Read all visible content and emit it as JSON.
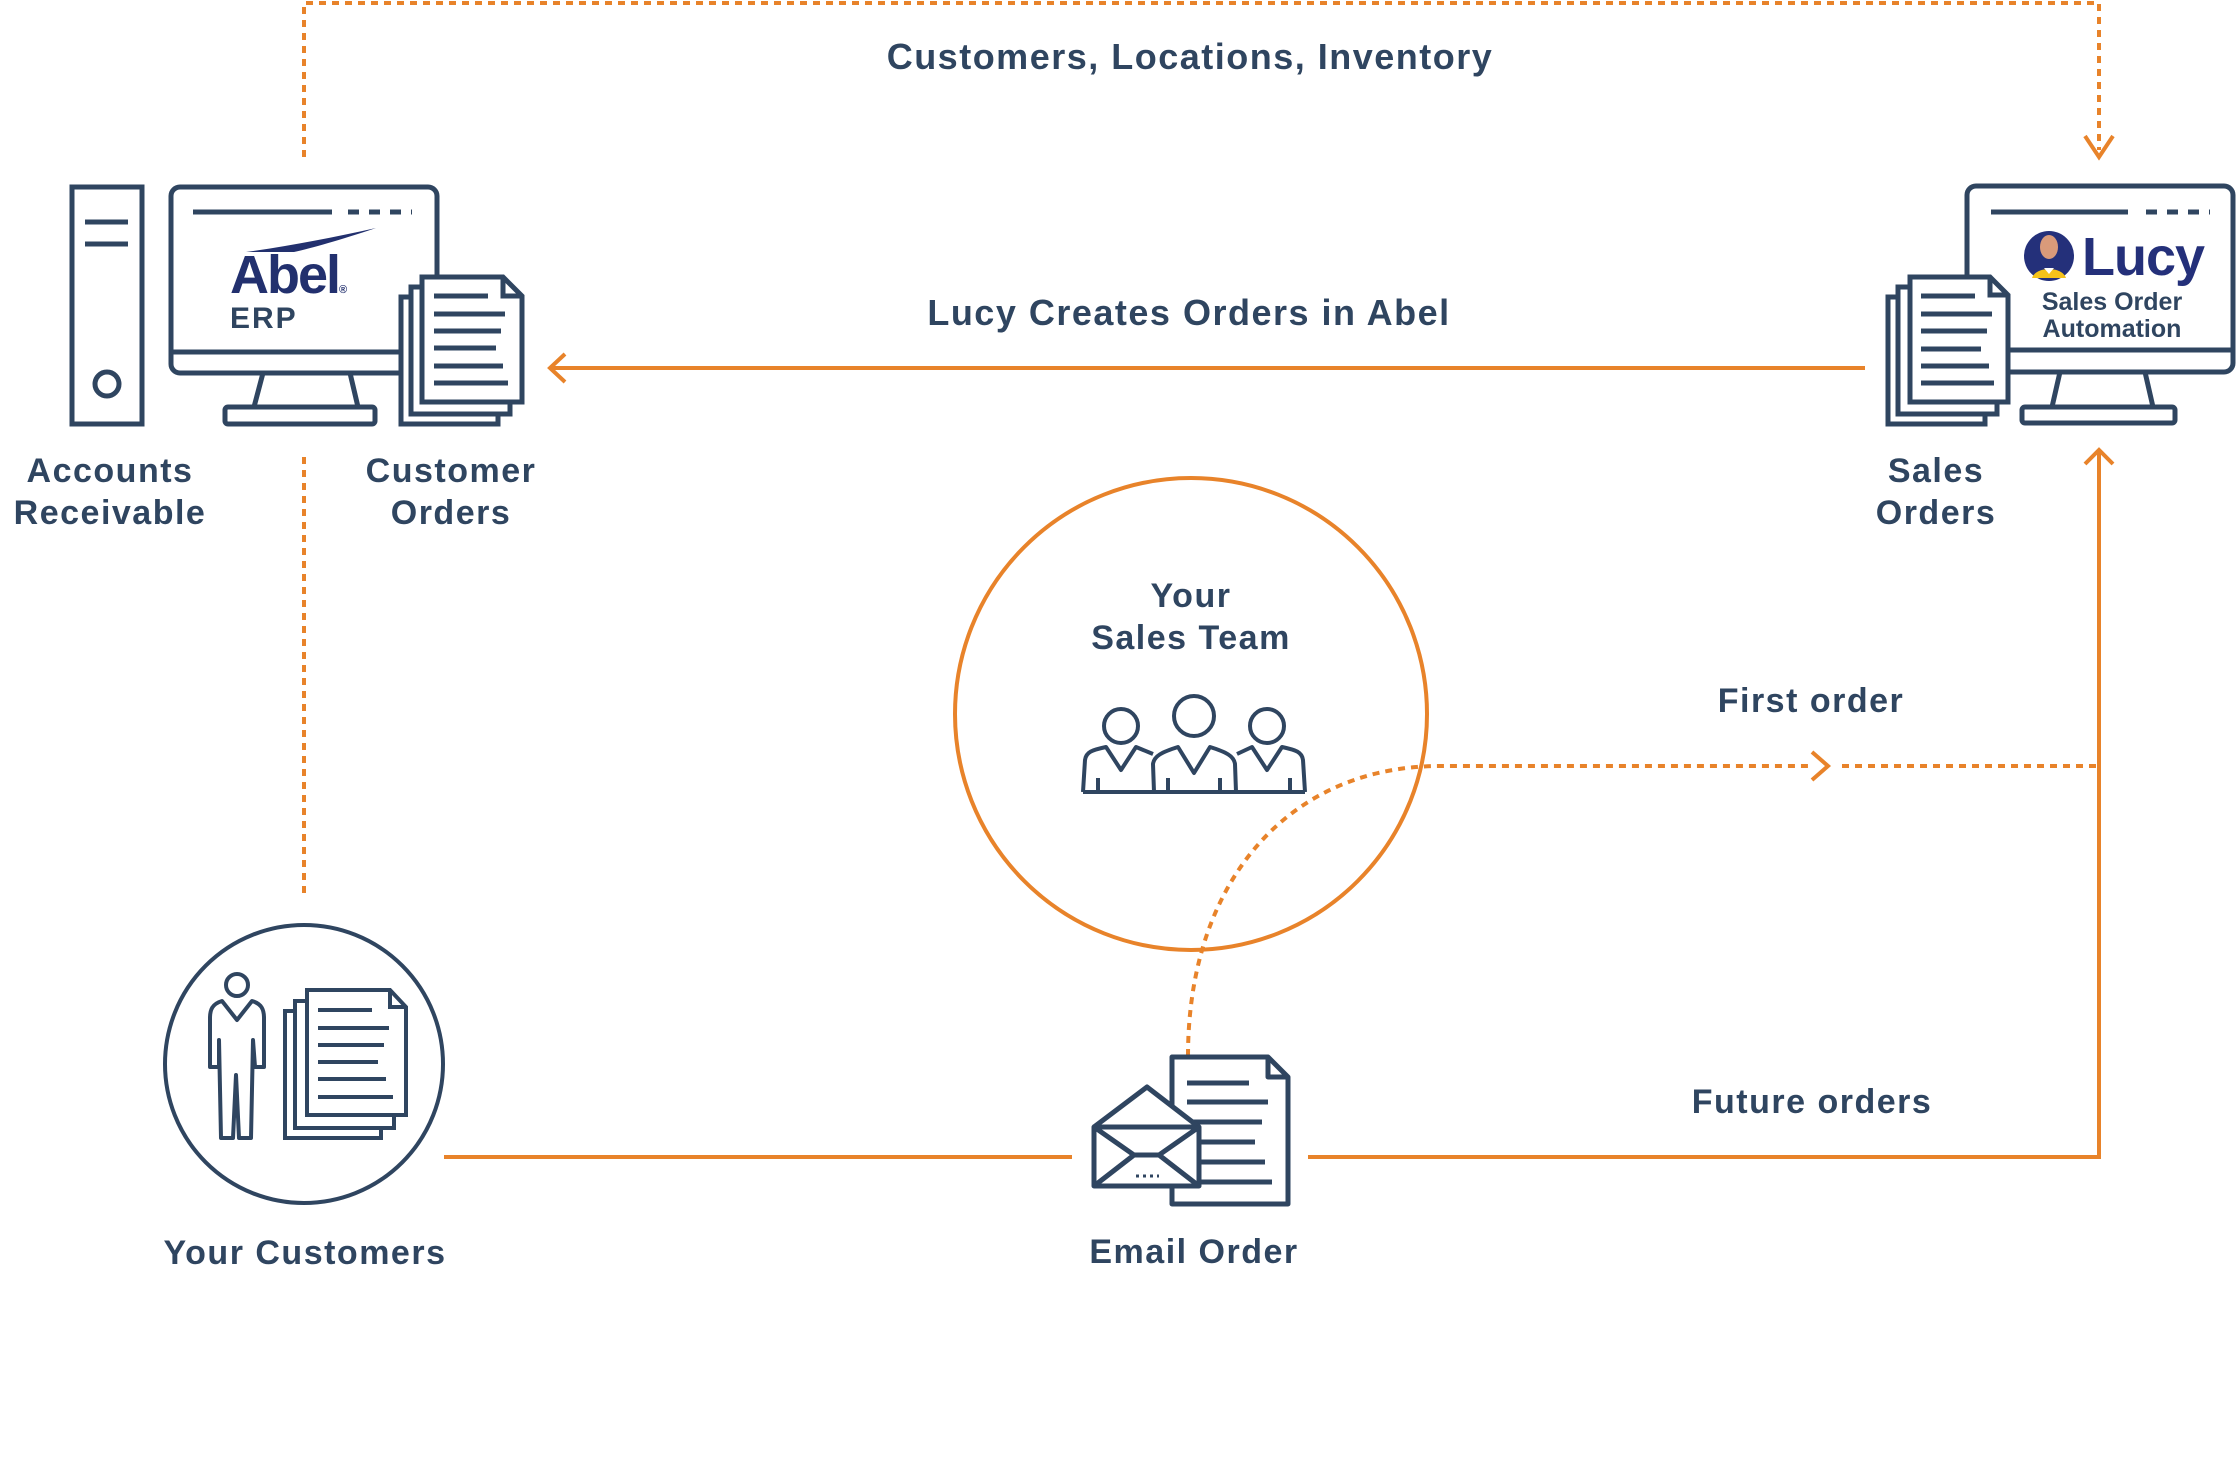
{
  "colors": {
    "navy": "#2f4560",
    "orange": "#e8832a",
    "abel_blue": "#22306e",
    "lucy_blue": "#24307a",
    "lucy_yellow": "#f5c21b",
    "lucy_skin": "#d99a7a"
  },
  "flows": {
    "top_sync_label": "Customers, Locations, Inventory",
    "create_orders_label": "Lucy Creates Orders in Abel",
    "first_order_label": "First order",
    "future_orders_label": "Future orders"
  },
  "abel": {
    "logo_text": "Abel",
    "registered_mark": "®",
    "subtitle": "ERP",
    "tower_label_line1": "Accounts",
    "tower_label_line2": "Receivable",
    "docs_label_line1": "Customer",
    "docs_label_line2": "Orders"
  },
  "lucy": {
    "logo_text": "Lucy",
    "subtitle_line1": "Sales Order",
    "subtitle_line2": "Automation",
    "docs_label_line1": "Sales",
    "docs_label_line2": "Orders"
  },
  "sales_team": {
    "label_line1": "Your",
    "label_line2": "Sales Team"
  },
  "customers": {
    "label": "Your Customers"
  },
  "email": {
    "label": "Email Order"
  }
}
